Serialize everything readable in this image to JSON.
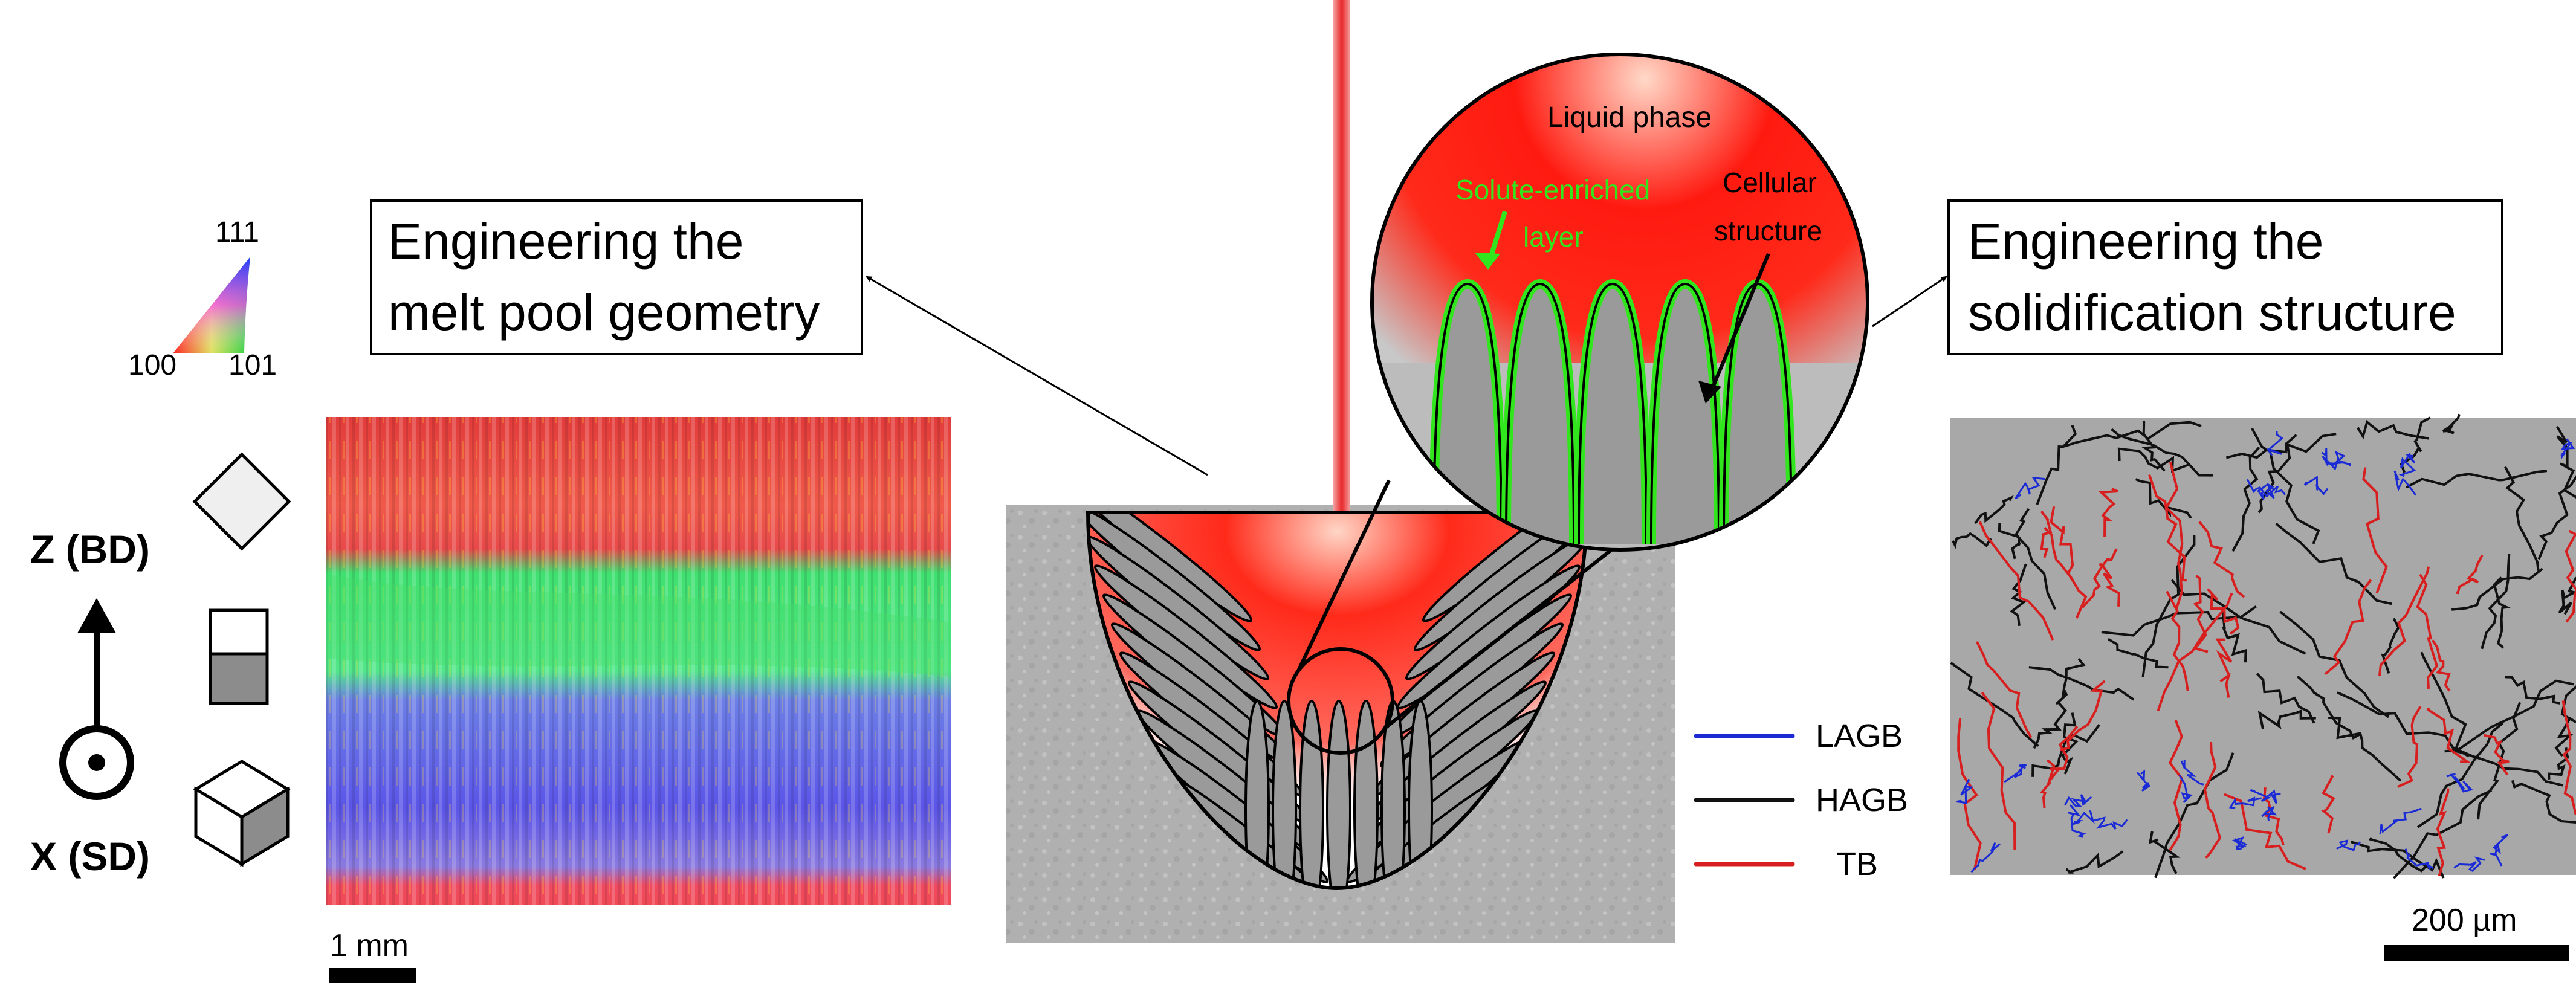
{
  "ipf_key": {
    "top_label": "111",
    "left_label": "100",
    "right_label": "101"
  },
  "axes": {
    "z_label": "Z (BD)",
    "x_label": "X (SD)"
  },
  "callouts": {
    "melt_pool": [
      "Engineering the",
      "melt pool geometry"
    ],
    "solidification": [
      "Engineering the",
      "solidification structure"
    ]
  },
  "inset": {
    "liquid_label": "Liquid phase",
    "solute_label": [
      "Solute-enriched",
      "layer"
    ],
    "cellular_label": [
      "Cellular",
      "structure"
    ],
    "solute_label_color": "#32e61e"
  },
  "boundary_legend": [
    {
      "label": "LAGB",
      "color": "#1a2bd6"
    },
    {
      "label": "HAGB",
      "color": "#111111"
    },
    {
      "label": "TB",
      "color": "#d81f1f"
    }
  ],
  "scale_bars": {
    "left": "1 mm",
    "right": "200 µm"
  },
  "colors": {
    "laser": "#e8282b",
    "melt_red": "#ff1a10",
    "cell_gray": "#9a9a9a",
    "cell_outline": "#32e61e"
  }
}
